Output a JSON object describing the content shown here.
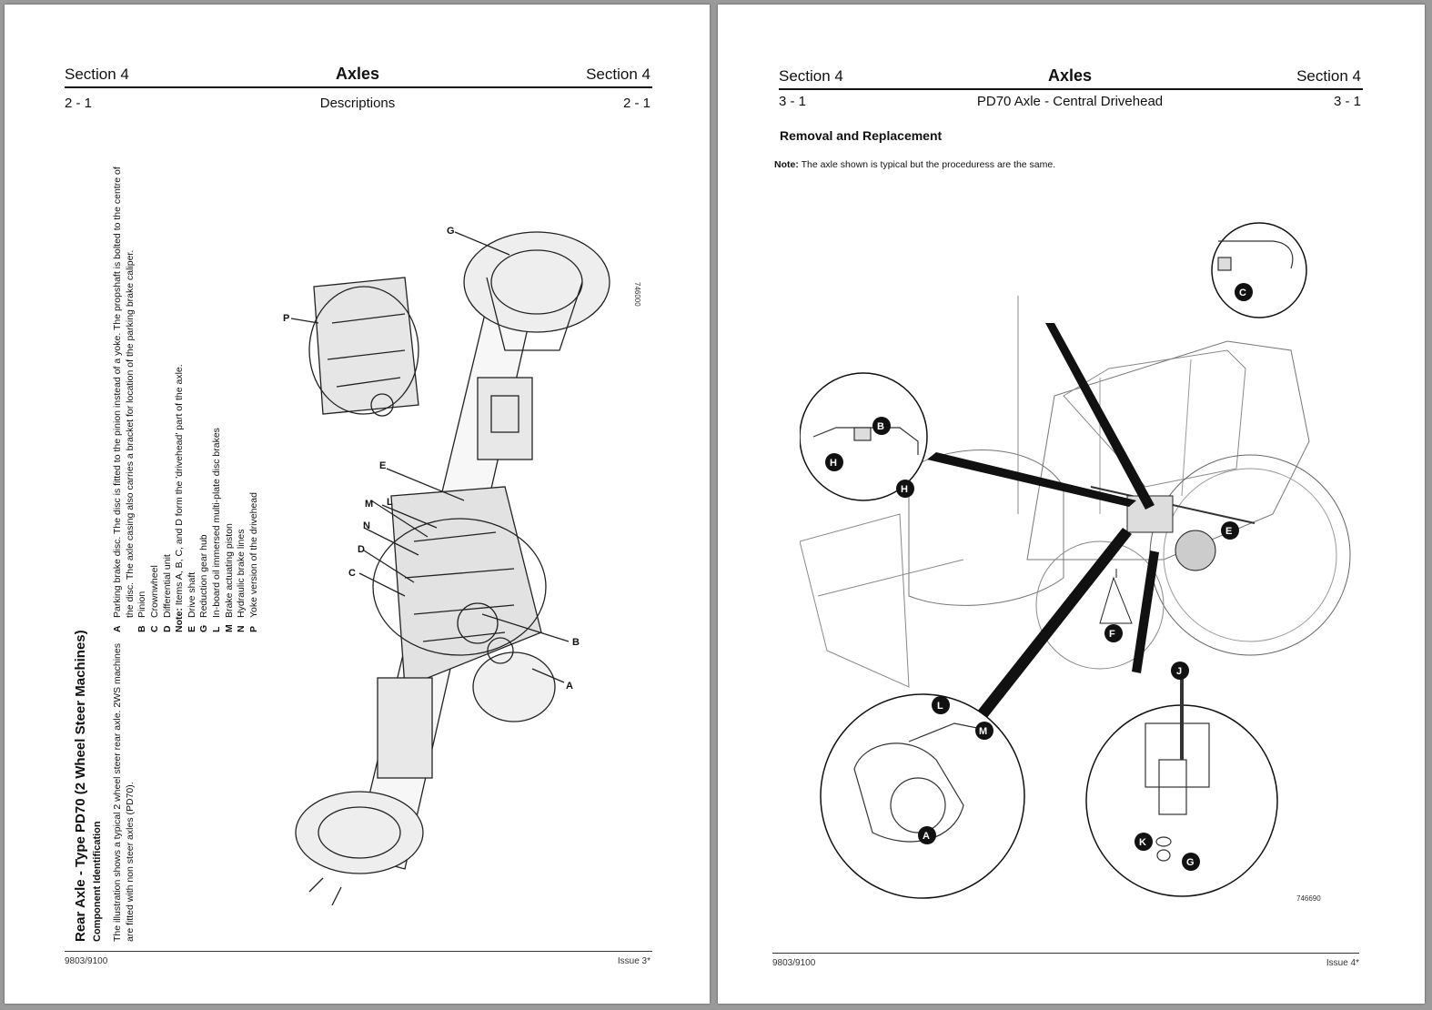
{
  "left_page": {
    "header": {
      "section_left": "Section 4",
      "title": "Axles",
      "section_right": "Section 4"
    },
    "subheader": {
      "page_left": "2 - 1",
      "title": "Descriptions",
      "page_right": "2 - 1"
    },
    "heading": "Rear Axle - Type PD70 (2 Wheel Steer Machines)",
    "subheading": "Component Identification",
    "intro": "The illustration shows a typical 2 wheel steer rear axle. 2WS machines are fitted with non steer axles (PD70).",
    "items": [
      {
        "key": "A",
        "text": "Parking brake disc. The disc is fitted to the pinion instead of a yoke. The propshaft is bolted to the centre of the disc. The axle casing also carries a bracket for location of the parking brake caliper."
      },
      {
        "key": "B",
        "text": "Pinion"
      },
      {
        "key": "C",
        "text": "Crownwheel"
      },
      {
        "key": "D",
        "text": "Differential unit"
      }
    ],
    "note_label": "Note:",
    "note_text": "Items A, B, C, and D form the 'drivehead' part of the axle.",
    "items2": [
      {
        "key": "E",
        "text": "Drive shaft"
      },
      {
        "key": "G",
        "text": "Reduction gear hub"
      },
      {
        "key": "L",
        "text": "In-board oil immersed multi-plate disc brakes"
      },
      {
        "key": "M",
        "text": "Brake actuating piston"
      },
      {
        "key": "N",
        "text": "Hydraulic brake lines"
      },
      {
        "key": "P",
        "text": "Yoke version of the drivehead"
      }
    ],
    "figure": {
      "code": "746000",
      "labels": {
        "A": "A",
        "B": "B",
        "C": "C",
        "D": "D",
        "E": "E",
        "G": "G",
        "L": "L",
        "M": "M",
        "N": "N",
        "P": "P"
      }
    },
    "footer": {
      "doc": "9803/9100",
      "issue": "Issue 3*"
    }
  },
  "right_page": {
    "header": {
      "section_left": "Section 4",
      "title": "Axles",
      "section_right": "Section 4"
    },
    "subheader": {
      "page_left": "3 - 1",
      "title": "PD70 Axle - Central Drivehead",
      "page_right": "3 - 1"
    },
    "heading": "Removal and Replacement",
    "note_label": "Note:",
    "note_text": "The axle shown is typical but the proceduress are the same.",
    "figure": {
      "code": "746690",
      "callouts": {
        "A": "A",
        "B": "B",
        "C": "C",
        "E": "E",
        "F": "F",
        "G": "G",
        "H": "H",
        "J": "J",
        "K": "K",
        "L": "L",
        "M": "M"
      }
    },
    "footer": {
      "doc": "9803/9100",
      "issue": "Issue 4*"
    }
  }
}
